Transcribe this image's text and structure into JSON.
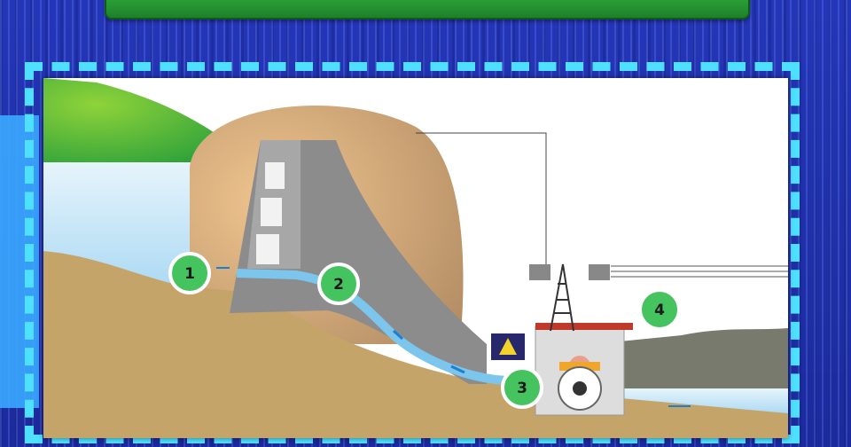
{
  "header": {
    "title": ""
  },
  "diagram": {
    "callouts": [
      {
        "id": "1",
        "label": "1"
      },
      {
        "id": "2",
        "label": "2"
      },
      {
        "id": "3",
        "label": "3"
      },
      {
        "id": "4",
        "label": "4"
      }
    ],
    "colors": {
      "water": "#a9d8f3",
      "ground": "#c5a46a",
      "dam": "#8c8c8c",
      "callout_fill": "#45c35e",
      "frame": "#4fe0ff",
      "background": "#2436b8"
    }
  }
}
